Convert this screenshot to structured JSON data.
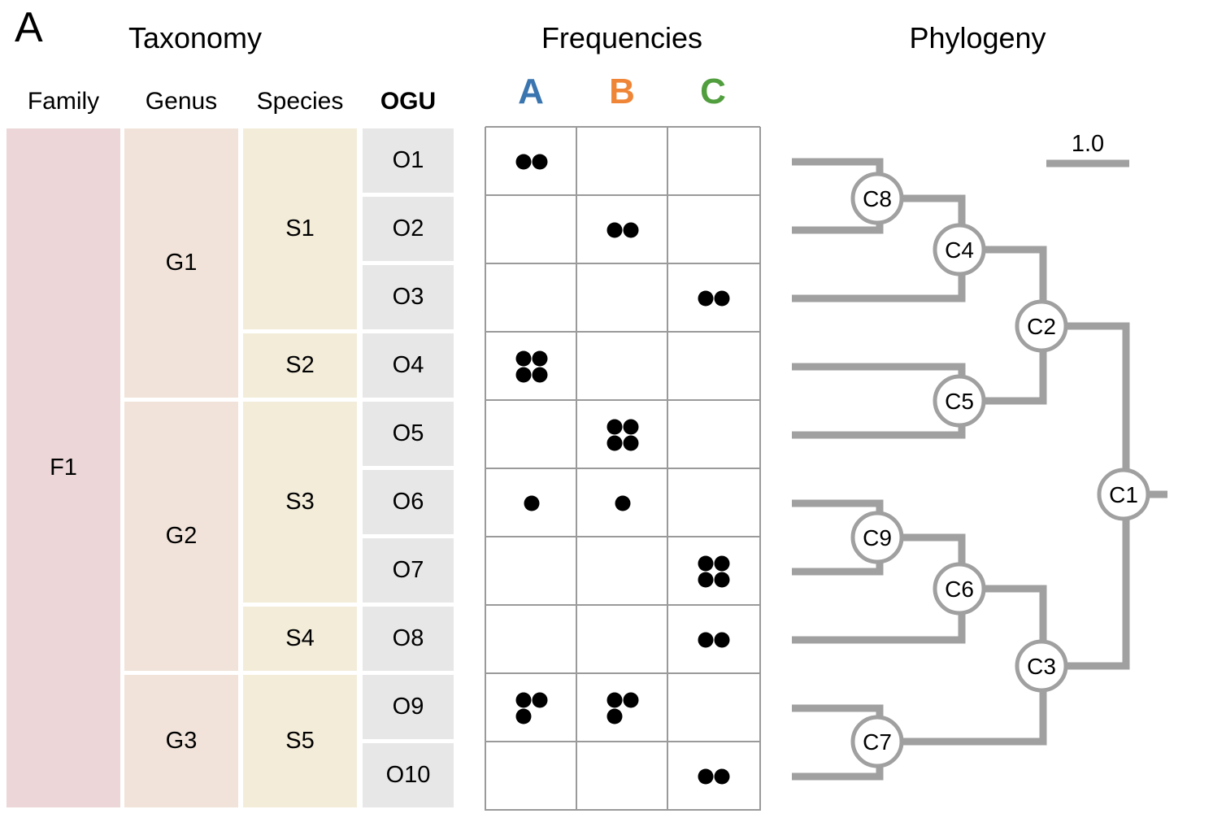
{
  "panel_label": "A",
  "titles": {
    "taxonomy": "Taxonomy",
    "frequencies": "Frequencies",
    "phylogeny": "Phylogeny"
  },
  "columns": {
    "family": "Family",
    "genus": "Genus",
    "species": "Species",
    "ogu": "OGU"
  },
  "family": [
    {
      "label": "F1",
      "rows": 10
    }
  ],
  "genus": [
    {
      "label": "G1",
      "rows": 4
    },
    {
      "label": "G2",
      "rows": 4
    },
    {
      "label": "G3",
      "rows": 2
    }
  ],
  "species": [
    {
      "label": "S1",
      "rows": 3
    },
    {
      "label": "S2",
      "rows": 1
    },
    {
      "label": "S3",
      "rows": 3
    },
    {
      "label": "S4",
      "rows": 1
    },
    {
      "label": "S5",
      "rows": 2
    }
  ],
  "ogus": [
    "O1",
    "O2",
    "O3",
    "O4",
    "O5",
    "O6",
    "O7",
    "O8",
    "O9",
    "O10"
  ],
  "samples": [
    {
      "label": "A",
      "color": "#3a75b0"
    },
    {
      "label": "B",
      "color": "#ef8536"
    },
    {
      "label": "C",
      "color": "#519e3e"
    }
  ],
  "frequencies": [
    [
      2,
      0,
      0
    ],
    [
      0,
      2,
      0
    ],
    [
      0,
      0,
      2
    ],
    [
      4,
      0,
      0
    ],
    [
      0,
      4,
      0
    ],
    [
      1,
      1,
      0
    ],
    [
      0,
      0,
      4
    ],
    [
      0,
      0,
      2
    ],
    [
      3,
      3,
      0
    ],
    [
      0,
      0,
      2
    ]
  ],
  "phylogeny": {
    "scale_label": "1.0",
    "branch_color": "#a0a0a0",
    "nodes": [
      "C1",
      "C2",
      "C3",
      "C4",
      "C5",
      "C6",
      "C7",
      "C8",
      "C9"
    ]
  }
}
